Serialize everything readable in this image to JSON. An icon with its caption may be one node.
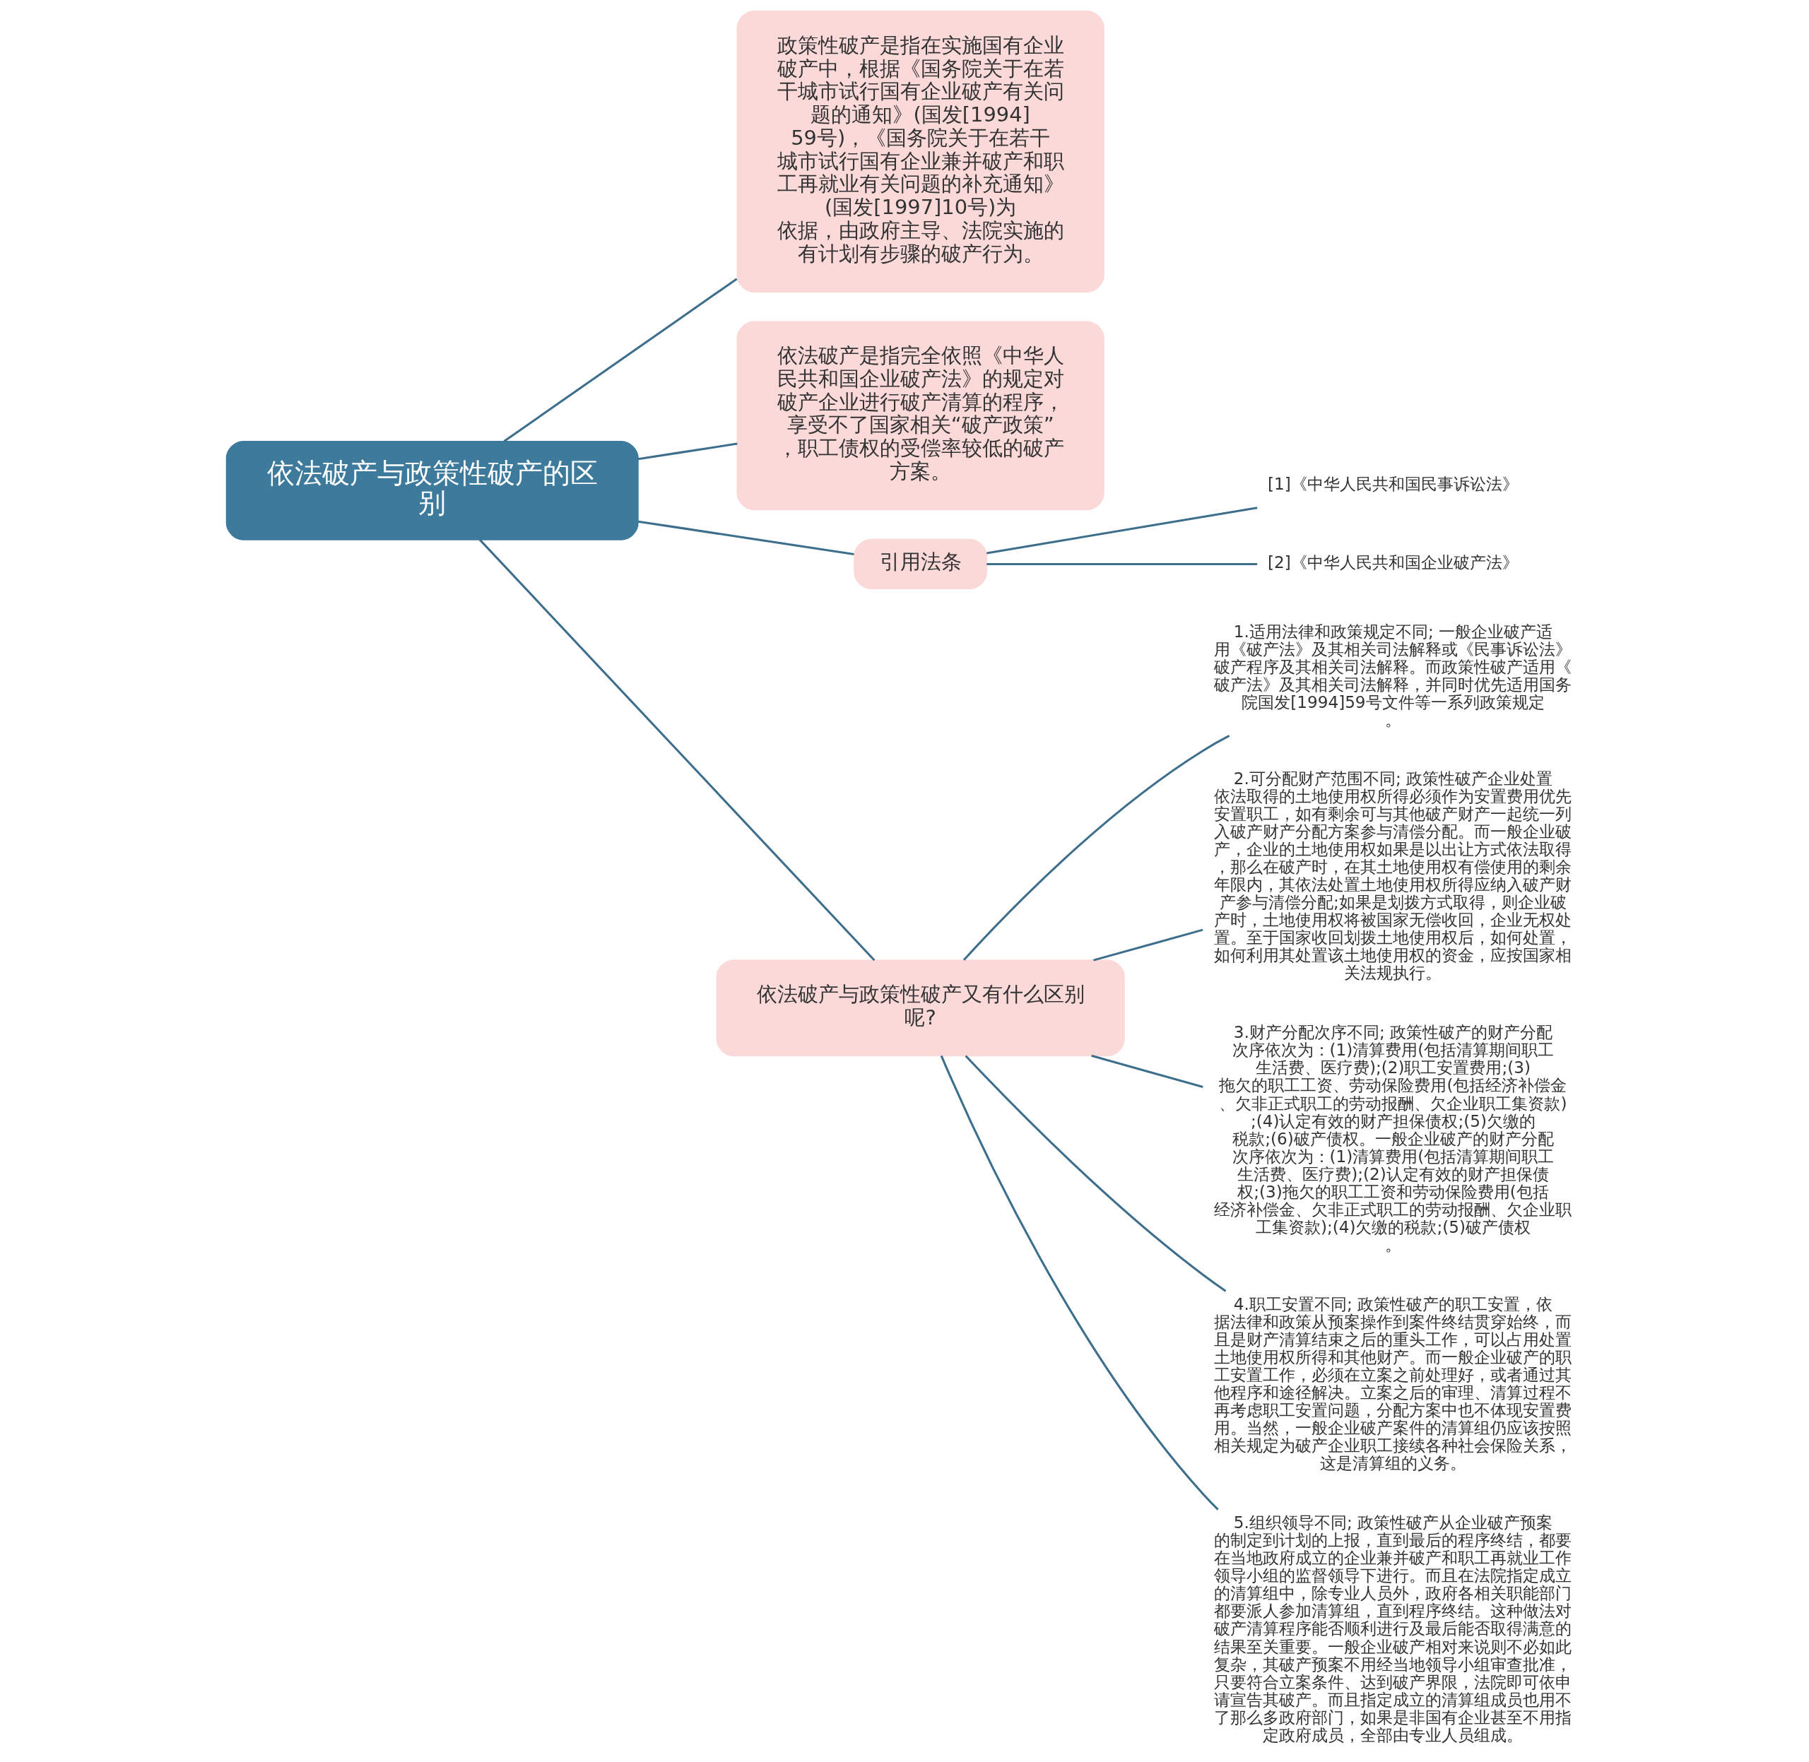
{
  "diagram": {
    "nodes": [
      {
        "text": [
          "依法破产与政策性破产的区别"
        ]
      },
      {
        "text": [
          "政策性破产是指在实施国有企业破产中，根据《国务院关于在若干城市试行国有企业破产有关问题的通知》(国发[1994]59号)，《国务院关于在若干城市试行国有企业兼并破产和职工再就业有关问题的补充通知》(国发[1997]10号)为依据，由政府主导、法院实施的有计划有步骤的破产行为。"
        ]
      },
      {
        "text": [
          "依法破产是指完全依照《中华人民共和国企业破产法》的规定对破产企业进行破产清算的程序，享受不了国家相关“破产政策”，职工债权的受偿率较低的破产方案。"
        ]
      },
      {
        "text": [
          "引用法条"
        ]
      },
      {
        "text": [
          "[1]《中华人民共和国民事诉讼法》"
        ]
      },
      {
        "text": [
          "[2]《中华人民共和国企业破产法》"
        ]
      },
      {
        "text": [
          "依法破产与政策性破产又有什么区别呢?"
        ]
      },
      {
        "text": [
          "1.适用法律和政策规定不同; 一般企业破产适用《破产法》及其相关司法解释或《民事诉讼法》破产程序及其相关司法解释。而政策性破产适用《破产法》及其相关司法解释，并同时优先适用国务院国发[1994]59号文件等一系列政策规定。"
        ]
      },
      {
        "text": [
          "2.可分配财产范围不同; 政策性破产企业处置依法取得的土地使用权所得必须作为安置费用优先安置职工，如有剩余可与其他破产财产一起统一列入破产财产分配方案参与清偿分配。而一般企业破产，企业的土地使用权如果是以出让方式依法取得，那么在破产时，在其土地使用权有偿使用的剩余年限内，其依法处置土地使用权所得应纳入破产财产参与清偿分配;如果是划拨方式取得，则企业破产时，土地使用权将被国家无偿收回，企业无权处置。至于国家收回划拨土地使用权后，如何处置，如何利用其处置该土地使用权的资金，应按国家相关法规执行。"
        ]
      },
      {
        "text": [
          "3.财产分配次序不同; 政策性破产的财产分配次序依次为：(1)清算费用(包括清算期间职工生活费、医疗费);(2)职工安置费用;(3)拖欠的职工工资、劳动保险费用(包括经济补偿金、欠非正式职工的劳动报酬、欠企业职工集资款);(4)认定有效的财产担保债权;(5)欠缴的税款;(6)破产债权。一般企业破产的财产分配次序依次为：(1)清算费用(包括清算期间职工生活费、医疗费);(2)认定有效的财产担保债权;(3)拖欠的职工工资和劳动保险费用(包括经济补偿金、欠非正式职工的劳动报酬、欠企业职工集资款);(4)欠缴的税款;(5)破产债权。"
        ]
      },
      {
        "text": [
          "4.职工安置不同; 政策性破产的职工安置，依据法律和政策从预案操作到案件终结贯穿始终，而且是财产清算结束之后的重头工作，可以占用处置土地使用权所得和其他财产。而一般企业破产的职工安置工作，必须在立案之前处理好，或者通过其他程序和途径解决。立案之后的审理、清算过程不再考虑职工安置问题，分配方案中也不体现安置费用。当然，一般企业破产案件的清算组仍应该按照相关规定为破产企业职工接续各种社会保险关系，这是清算组的义务。"
        ]
      },
      {
        "text": [
          "5.组织领导不同; 政策性破产从企业破产预案的制定到计划的上报，直到最后的程序终结，都要在当地政府成立的企业兼并破产和职工再就业工作领导小组的监督领导下进行。而且在法院指定成立的清算组中，除专业人员外，政府各相关职能部门都要派人参加清算组，直到程序终结。这种做法对破产清算程序能否顺利进行及最后能否取得满意的结果至关重要。一般企业破产相对来说则不必如此复杂，其破产预案不用经当地领导小组审查批准，只要符合立案条件、达到破产界限，法院即可依申请宣告其破产。而且指定成立的清算组成员也用不了那么多政府部门，如果是非国有企业甚至不用指定政府成员，全部由专业人员组成。"
        ]
      }
    ],
    "edges": [
      {
        "from": 0,
        "to": 1,
        "arrow": "none"
      },
      {
        "from": 0,
        "to": 2,
        "arrow": "none"
      },
      {
        "from": 0,
        "to": 3,
        "arrow": "none"
      },
      {
        "from": 3,
        "to": 4,
        "arrow": "none"
      },
      {
        "from": 3,
        "to": 5,
        "arrow": "none"
      },
      {
        "from": 0,
        "to": 6,
        "arrow": "none"
      },
      {
        "from": 6,
        "to": 7,
        "arrow": "none"
      },
      {
        "from": 6,
        "to": 8,
        "arrow": "none"
      },
      {
        "from": 6,
        "to": 9,
        "arrow": "none"
      },
      {
        "from": 6,
        "to": 10,
        "arrow": "none"
      },
      {
        "from": 6,
        "to": 11,
        "arrow": "none"
      }
    ]
  }
}
